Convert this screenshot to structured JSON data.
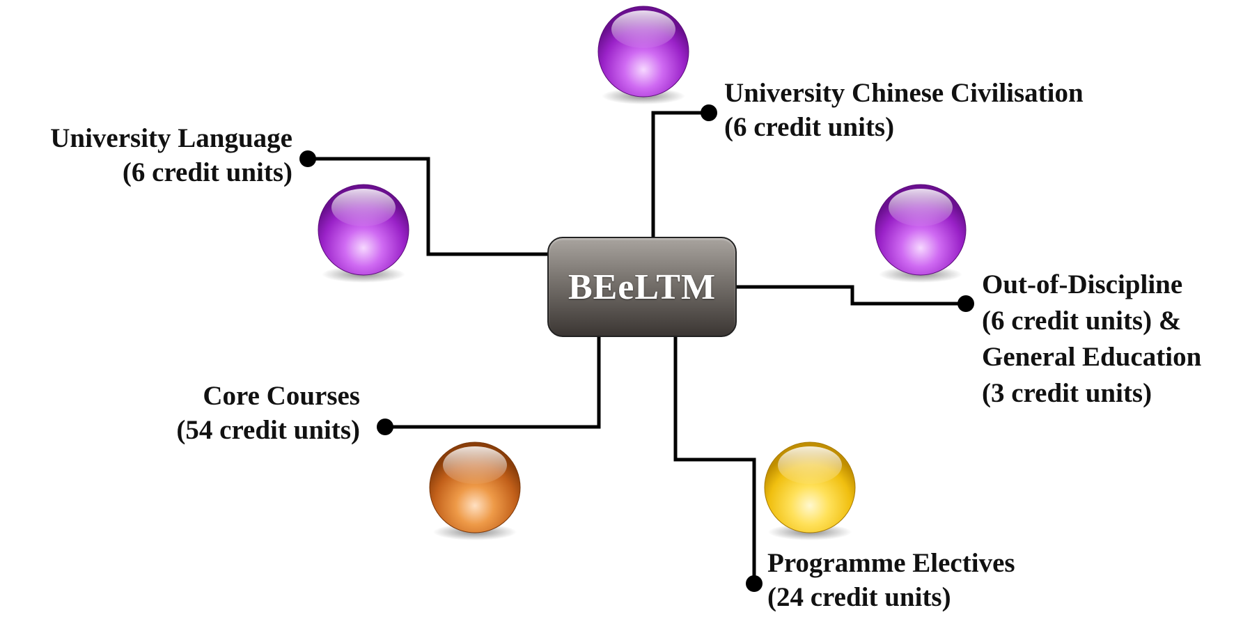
{
  "center": {
    "title": "BEeLTM"
  },
  "branches": {
    "university_language": {
      "line1": "University Language",
      "line2": "(6 credit units)",
      "orb_color": "purple"
    },
    "chinese_civilisation": {
      "line1": "University Chinese Civilisation",
      "line2": "(6 credit units)",
      "orb_color": "purple"
    },
    "out_of_discipline": {
      "line1": "Out-of-Discipline",
      "line2": "(6 credit units) &",
      "line3": "General Education",
      "line4": "(3 credit units)",
      "orb_color": "purple"
    },
    "core_courses": {
      "line1": "Core Courses",
      "line2": "(54 credit units)",
      "orb_color": "orange"
    },
    "programme_electives": {
      "line1": "Programme Electives",
      "line2": "(24 credit units)",
      "orb_color": "yellow"
    }
  },
  "colors": {
    "purple": "#a02ad4",
    "orange": "#c9651a",
    "yellow": "#f0c419",
    "hub_top": "#a9a49f",
    "hub_bottom": "#3b3633",
    "connector": "#000000"
  }
}
